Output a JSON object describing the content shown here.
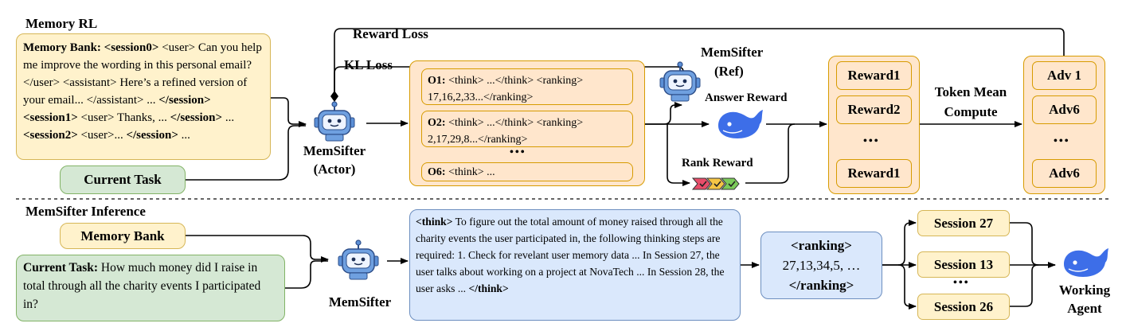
{
  "rl": {
    "section_title": "Memory RL",
    "memory_bank": {
      "label": "Memory Bank:",
      "tokens": {
        "s0": "<session0>",
        "user_open": "<user>",
        "user_close": "</user>",
        "assistant_open": "<assistant>",
        "assistant_close": "</assistant>",
        "session_close": "</session>",
        "s1": "<session1>",
        "s2": "<session2>"
      },
      "text1": "Can you help me improve the wording in this personal email?",
      "text2": "Here’s a refined version of your email...",
      "ellipsis": "...",
      "text_thanks": "Thanks, ...",
      "text_dots": "..."
    },
    "current_task": "Current Task",
    "reward_loss": "Reward Loss",
    "kl_loss": "KL Loss",
    "actor_name": "MemSifter",
    "actor_role": "(Actor)",
    "ref_name": "MemSifter",
    "ref_role": "(Ref)",
    "outputs": [
      {
        "label": "O1:",
        "line1": "<think> ...</think> <ranking>",
        "line2": "17,16,2,33...</ranking>"
      },
      {
        "label": "O2:",
        "line1": "<think> ...</think> <ranking>",
        "line2": "2,17,29,8...</ranking>"
      },
      {
        "label": "O6:",
        "line1": "<think> ...",
        "line2": ""
      }
    ],
    "outputs_dots": "•••",
    "answer_reward": "Answer Reward",
    "rank_reward": "Rank Reward",
    "rewards": [
      "Reward1",
      "Reward2",
      "Reward1"
    ],
    "rewards_dots": "•••",
    "token_mean_line1": "Token Mean",
    "token_mean_line2": "Compute",
    "advs": [
      "Adv 1",
      "Adv6",
      "Adv6"
    ],
    "advs_dots": "•••"
  },
  "inf": {
    "section_title": "MemSifter Inference",
    "memory_bank": "Memory Bank",
    "task_label": "Current Task:",
    "task_text": "How much money did I raise in total through all the charity events I participated in?",
    "sifter": "MemSifter",
    "think_open": "<think>",
    "think_text": "To figure out the total amount of money raised through all the charity events the user participated in, the following thinking steps are required: 1. Check for revelant user memory data ... In Session 27, the user talks about working on a project at NovaTech ... In Session 28, the user asks ...",
    "think_close": "</think>",
    "ranking_open": "<ranking>",
    "ranking_values": "27,13,34,5, …",
    "ranking_close": "</ranking>",
    "sessions": [
      "Session 27",
      "Session 13",
      "Session 26"
    ],
    "sessions_dots": "•••",
    "agent_line1": "Working",
    "agent_line2": "Agent"
  },
  "colors": {
    "yellow_fill": "#fff2cc",
    "yellow_stroke": "#d6b656",
    "green_fill": "#d5e8d4",
    "green_stroke": "#82b366",
    "orange_fill": "#ffe6cc",
    "orange_stroke": "#d79b00",
    "blue_fill": "#dae8fc",
    "blue_stroke": "#6c8ebf",
    "robot_body": "#5b8fd6",
    "whale": "#3d6ee8"
  },
  "icons": {
    "robot": "robot-icon",
    "whale": "whale-icon",
    "check": "check-icon"
  }
}
